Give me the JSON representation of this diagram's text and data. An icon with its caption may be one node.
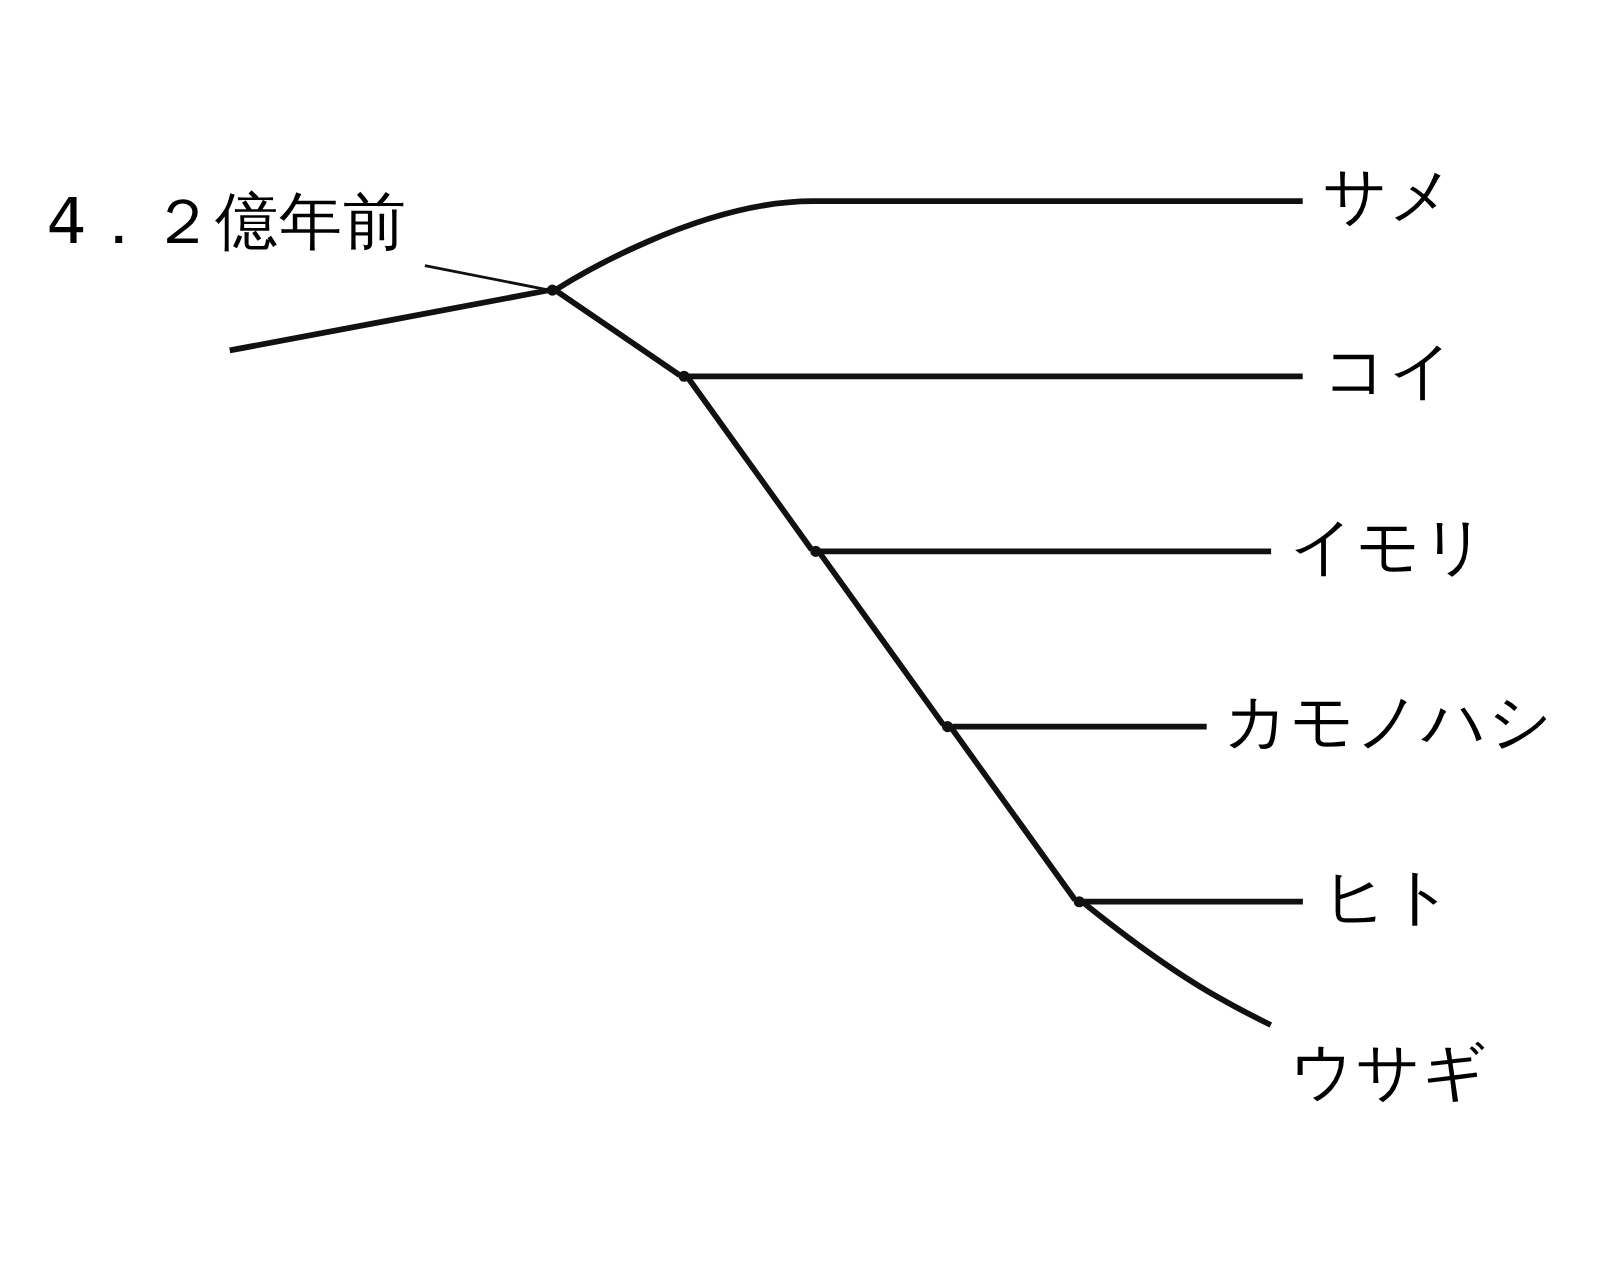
{
  "diagram": {
    "nodes": [
      {
        "text": [
          "4．２億年前"
        ]
      },
      {
        "text": [
          "ヒト"
        ]
      },
      {
        "text": [
          "ウサギ"
        ]
      },
      {
        "text": [
          "カモノハシ"
        ]
      },
      {
        "text": [
          "イモリ"
        ]
      },
      {
        "text": [
          "コイ"
        ]
      },
      {
        "text": [
          "サメ"
        ]
      },
      {
        "text": [],
        "shape": "point"
      },
      {
        "text": [],
        "shape": "point"
      },
      {
        "text": [],
        "shape": "point"
      },
      {
        "text": [],
        "shape": "point"
      },
      {
        "text": [],
        "shape": "point"
      }
    ],
    "edges": [
      {
        "from": 0,
        "to": 7,
        "arrow": "none"
      },
      {
        "from": null,
        "to": 7,
        "arrow": "none"
      },
      {
        "from": 7,
        "to": 8,
        "arrow": "none"
      },
      {
        "from": 8,
        "to": 9,
        "arrow": "none"
      },
      {
        "from": 9,
        "to": 10,
        "arrow": "none"
      },
      {
        "from": 10,
        "to": 11,
        "arrow": "none"
      },
      {
        "from": 11,
        "to": 1,
        "arrow": "none"
      },
      {
        "from": 11,
        "to": 2,
        "arrow": "none"
      },
      {
        "from": 10,
        "to": 3,
        "arrow": "none"
      },
      {
        "from": 9,
        "to": 4,
        "arrow": "none"
      },
      {
        "from": 8,
        "to": 5,
        "arrow": "none"
      },
      {
        "from": 7,
        "to": 6,
        "arrow": "none"
      }
    ]
  }
}
